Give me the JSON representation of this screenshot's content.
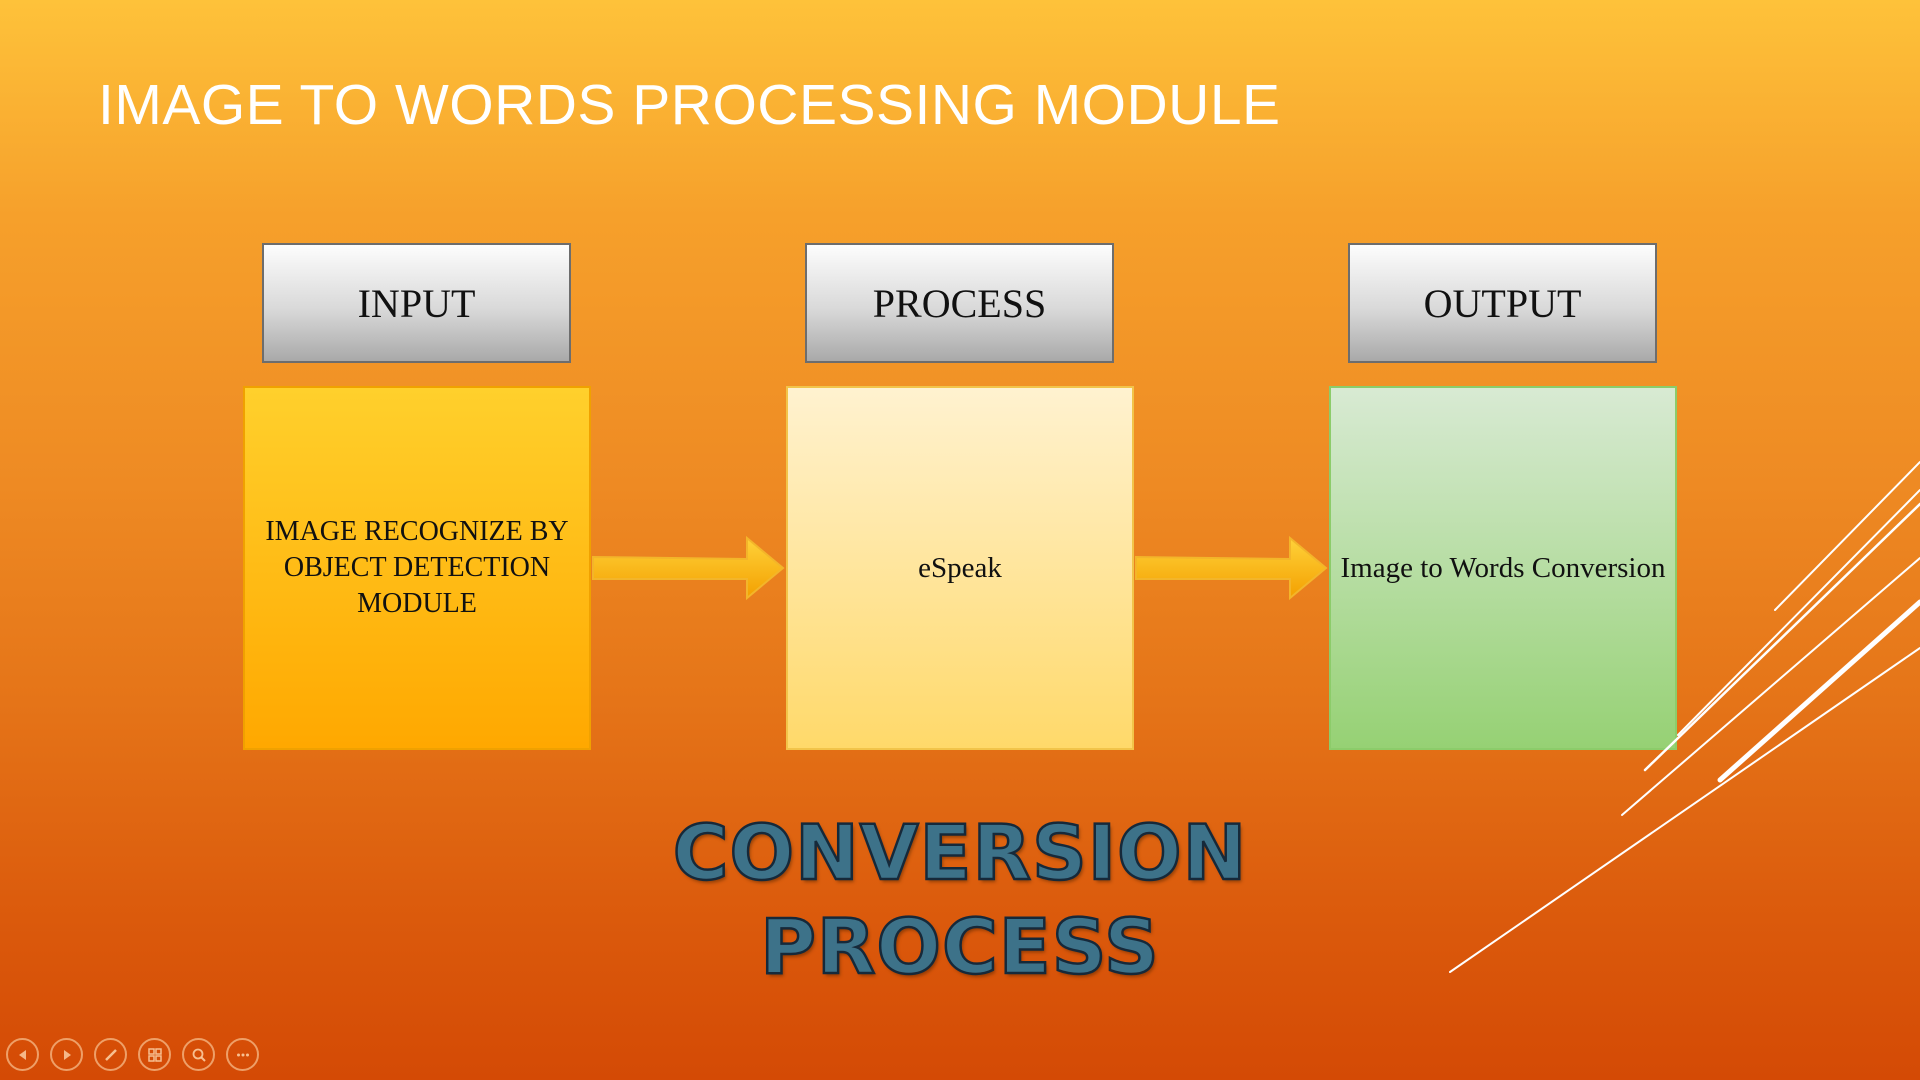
{
  "title": "IMAGE TO WORDS PROCESSING MODULE",
  "diagram": {
    "headers": [
      "INPUT",
      "PROCESS",
      "OUTPUT"
    ],
    "boxes": {
      "input": "IMAGE RECOGNIZE BY OBJECT DETECTION MODULE",
      "process": "eSpeak",
      "output": "Image to Words Conversion"
    }
  },
  "caption": {
    "line1": "CONVERSION",
    "line2": "PROCESS"
  },
  "colors": {
    "background_top": "#fec23a",
    "background_bottom": "#d44a05",
    "input_box": "#ffb800",
    "process_box": "#ffe8a0",
    "output_box": "#b8dfa0",
    "arrow": "#fcb514",
    "caption_fill": "#3d7289"
  },
  "nav": {
    "icons": [
      "previous-icon",
      "next-icon",
      "pen-icon",
      "slides-icon",
      "zoom-icon",
      "more-icon"
    ]
  }
}
